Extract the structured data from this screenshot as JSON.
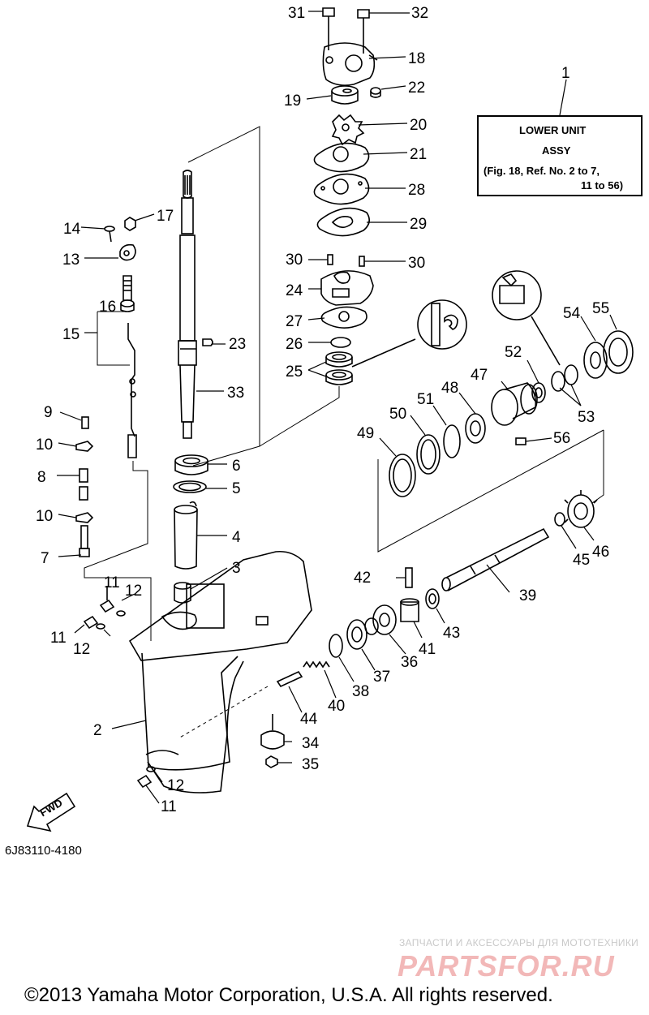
{
  "legend": {
    "ref": "1",
    "line1": "LOWER UNIT",
    "line2": "ASSY",
    "line3": "(Fig. 18, Ref. No. 2 to 7,",
    "line4": "11 to 56)"
  },
  "fwd_label": "FWD",
  "part_code": "6J83110-4180",
  "watermark": {
    "line1": "ЗАПЧАСТИ И АКСЕССУАРЫ ДЛЯ МОТОТЕХНИКИ",
    "line2": "PARTSFOR.RU"
  },
  "copyright": "©2013 Yamaha Motor Corporation, U.S.A. All rights reserved.",
  "callouts": [
    {
      "id": "31",
      "label": "31"
    },
    {
      "id": "32",
      "label": "32"
    },
    {
      "id": "18",
      "label": "18"
    },
    {
      "id": "19",
      "label": "19"
    },
    {
      "id": "22",
      "label": "22"
    },
    {
      "id": "20",
      "label": "20"
    },
    {
      "id": "21",
      "label": "21"
    },
    {
      "id": "28",
      "label": "28"
    },
    {
      "id": "29",
      "label": "29"
    },
    {
      "id": "30a",
      "label": "30"
    },
    {
      "id": "30b",
      "label": "30"
    },
    {
      "id": "24",
      "label": "24"
    },
    {
      "id": "27",
      "label": "27"
    },
    {
      "id": "26",
      "label": "26"
    },
    {
      "id": "25",
      "label": "25"
    },
    {
      "id": "14",
      "label": "14"
    },
    {
      "id": "17",
      "label": "17"
    },
    {
      "id": "13",
      "label": "13"
    },
    {
      "id": "16",
      "label": "16"
    },
    {
      "id": "15",
      "label": "15"
    },
    {
      "id": "23",
      "label": "23"
    },
    {
      "id": "33",
      "label": "33"
    },
    {
      "id": "9",
      "label": "9"
    },
    {
      "id": "10a",
      "label": "10"
    },
    {
      "id": "8",
      "label": "8"
    },
    {
      "id": "10b",
      "label": "10"
    },
    {
      "id": "7",
      "label": "7"
    },
    {
      "id": "6",
      "label": "6"
    },
    {
      "id": "5",
      "label": "5"
    },
    {
      "id": "4",
      "label": "4"
    },
    {
      "id": "3",
      "label": "3"
    },
    {
      "id": "11a",
      "label": "11"
    },
    {
      "id": "12a",
      "label": "12"
    },
    {
      "id": "11b",
      "label": "11"
    },
    {
      "id": "12b",
      "label": "12"
    },
    {
      "id": "2",
      "label": "2"
    },
    {
      "id": "12c",
      "label": "12"
    },
    {
      "id": "11c",
      "label": "11"
    },
    {
      "id": "54",
      "label": "54"
    },
    {
      "id": "55",
      "label": "55"
    },
    {
      "id": "52",
      "label": "52"
    },
    {
      "id": "47",
      "label": "47"
    },
    {
      "id": "48",
      "label": "48"
    },
    {
      "id": "51",
      "label": "51"
    },
    {
      "id": "50",
      "label": "50"
    },
    {
      "id": "49",
      "label": "49"
    },
    {
      "id": "53",
      "label": "53"
    },
    {
      "id": "56",
      "label": "56"
    },
    {
      "id": "46",
      "label": "46"
    },
    {
      "id": "45",
      "label": "45"
    },
    {
      "id": "42",
      "label": "42"
    },
    {
      "id": "39",
      "label": "39"
    },
    {
      "id": "43",
      "label": "43"
    },
    {
      "id": "41",
      "label": "41"
    },
    {
      "id": "36",
      "label": "36"
    },
    {
      "id": "37",
      "label": "37"
    },
    {
      "id": "38",
      "label": "38"
    },
    {
      "id": "40",
      "label": "40"
    },
    {
      "id": "44",
      "label": "44"
    },
    {
      "id": "34",
      "label": "34"
    },
    {
      "id": "35",
      "label": "35"
    }
  ]
}
